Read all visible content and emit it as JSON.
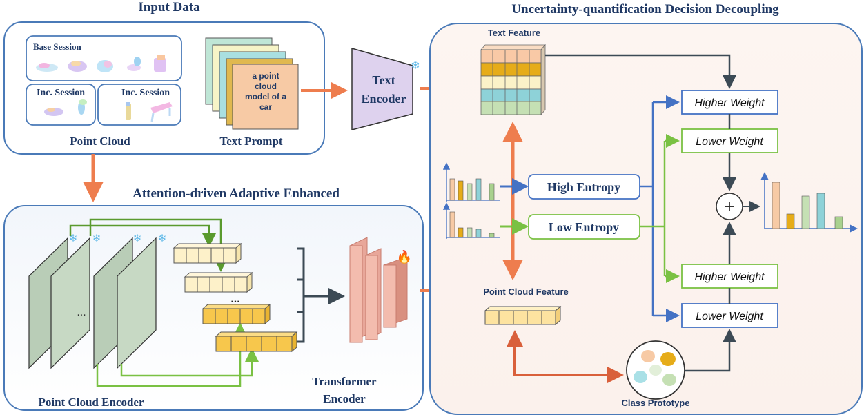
{
  "input": {
    "title": "Input Data",
    "base_session": "Base Session",
    "inc_session_1": "Inc. Session",
    "inc_session_2": "Inc. Session",
    "point_cloud": "Point Cloud",
    "text_prompt": "Text Prompt",
    "prompt_lines": [
      "a point",
      "cloud",
      "model of a",
      "car"
    ]
  },
  "text_encoder": {
    "line1": "Text",
    "line2": "Encoder"
  },
  "attention": {
    "title": "Attention-driven Adaptive Enhanced",
    "point_cloud_encoder": "Point Cloud Encoder",
    "ellipsis_encoder": "...",
    "ellipsis_features": "...",
    "transformer_line1": "Transformer",
    "transformer_line2": "Encoder"
  },
  "decoupling": {
    "title": "Uncertainty-quantification Decision Decoupling",
    "text_feature": "Text Feature",
    "high_entropy": "High Entropy",
    "low_entropy": "Low Entropy",
    "higher_weight_1": "Higher Weight",
    "lower_weight_1": "Lower Weight",
    "higher_weight_2": "Higher Weight",
    "lower_weight_2": "Lower Weight",
    "point_cloud_feature": "Point Cloud Feature",
    "class_prototype": "Class Prototype",
    "sum_symbol": "+"
  },
  "colors": {
    "panel_border": "#4a7ab8",
    "title": "#1f3864",
    "orange_arrow": "#ee7d4e",
    "blue_line": "#4472c4",
    "green_line": "#7ac143",
    "dark_line": "#3c4a55"
  }
}
